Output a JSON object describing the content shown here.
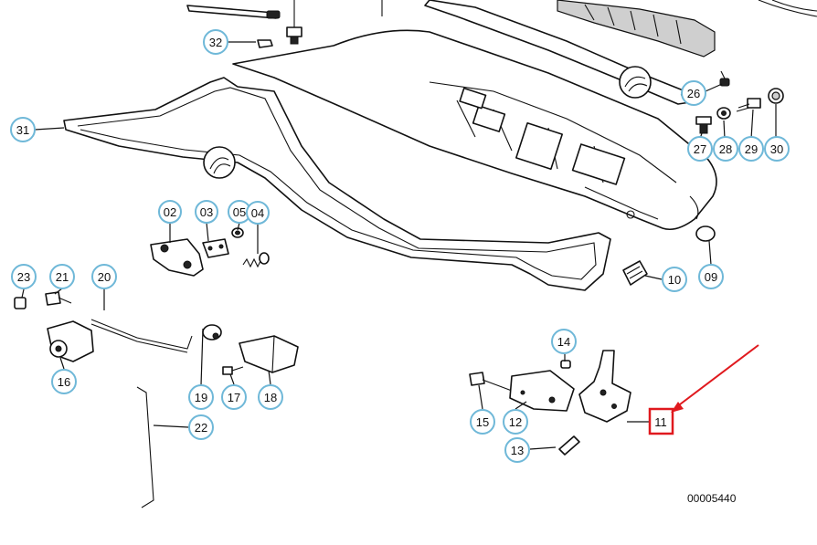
{
  "diagram": {
    "reference_code": "00005440",
    "highlight_color": "#e0191e",
    "callout_ring_color": "#6fb8d8",
    "callouts": [
      "02",
      "03",
      "05",
      "04",
      "09",
      "10",
      "11",
      "12",
      "13",
      "14",
      "15",
      "16",
      "17",
      "18",
      "19",
      "20",
      "21",
      "22",
      "23",
      "26",
      "27",
      "28",
      "29",
      "30",
      "31",
      "32"
    ],
    "highlighted_callout": "11"
  }
}
